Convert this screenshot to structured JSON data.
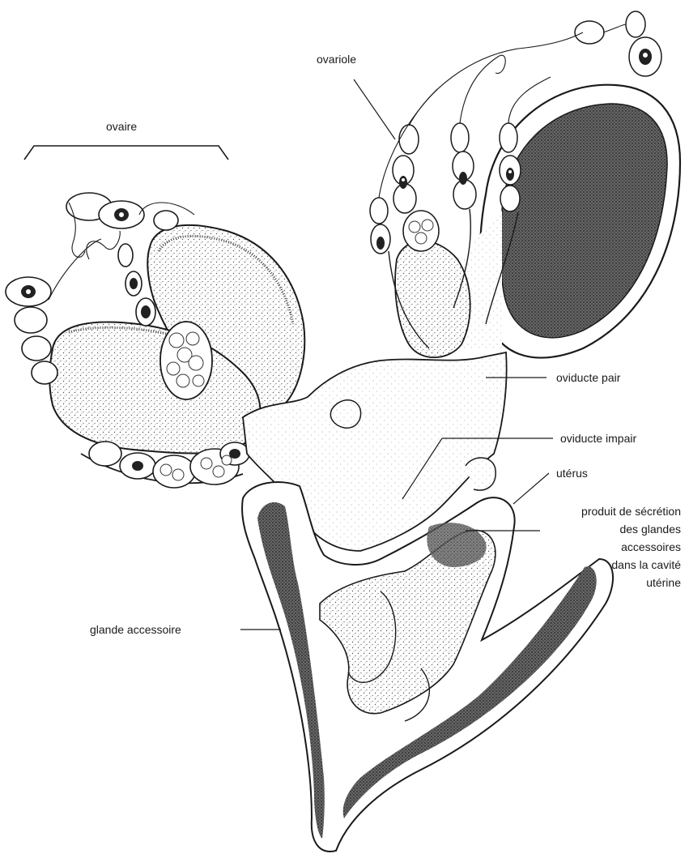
{
  "labels": {
    "ovaire": "ovaire",
    "ovariole": "ovariole",
    "oviducte_pair": "oviducte pair",
    "oviducte_impair": "oviducte impair",
    "uterus": "utérus",
    "produit_lines": [
      "produit de sécrétion",
      "des glandes",
      "accessoires",
      "dans la cavité",
      "utérine"
    ],
    "glande_accessoire": "glande accessoire"
  },
  "colors": {
    "ink": "#1a1a1a",
    "stipple": "#555555",
    "dense": "#111111",
    "background": "#ffffff"
  }
}
